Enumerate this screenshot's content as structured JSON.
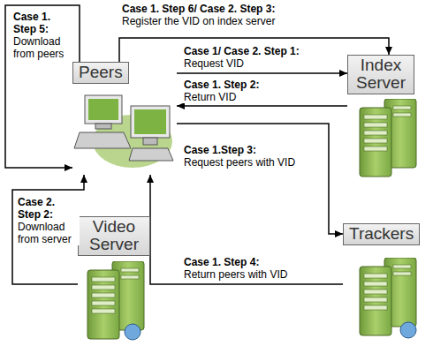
{
  "diagram": {
    "nodes": [
      {
        "text": [
          "Peers"
        ]
      },
      {
        "text": [
          "Index Server"
        ]
      },
      {
        "text": [
          "Video Server"
        ]
      },
      {
        "text": [
          "Trackers"
        ]
      }
    ],
    "edges": [
      {
        "from": 0,
        "to": 1,
        "arrow": "to",
        "label": "Case 1. Step 6/ Case 2. Step 3: Register the VID on index server"
      },
      {
        "from": 0,
        "to": 1,
        "arrow": "to",
        "label": "Case 1/ Case 2. Step 1: Request VID"
      },
      {
        "from": 1,
        "to": 0,
        "arrow": "to",
        "label": "Case 1. Step 2: Return VID"
      },
      {
        "from": 0,
        "to": 3,
        "arrow": "to",
        "label": "Case 1.Step 3: Request peers with VID"
      },
      {
        "from": 3,
        "to": 0,
        "arrow": "to",
        "label": "Case 1. Step 4: Return peers with VID"
      },
      {
        "from": 0,
        "to": 0,
        "arrow": "to",
        "label": "Case 1. Step 5: Download from peers"
      },
      {
        "from": 2,
        "to": 0,
        "arrow": "to",
        "label": "Case 2. Step 2: Download from server"
      }
    ]
  }
}
